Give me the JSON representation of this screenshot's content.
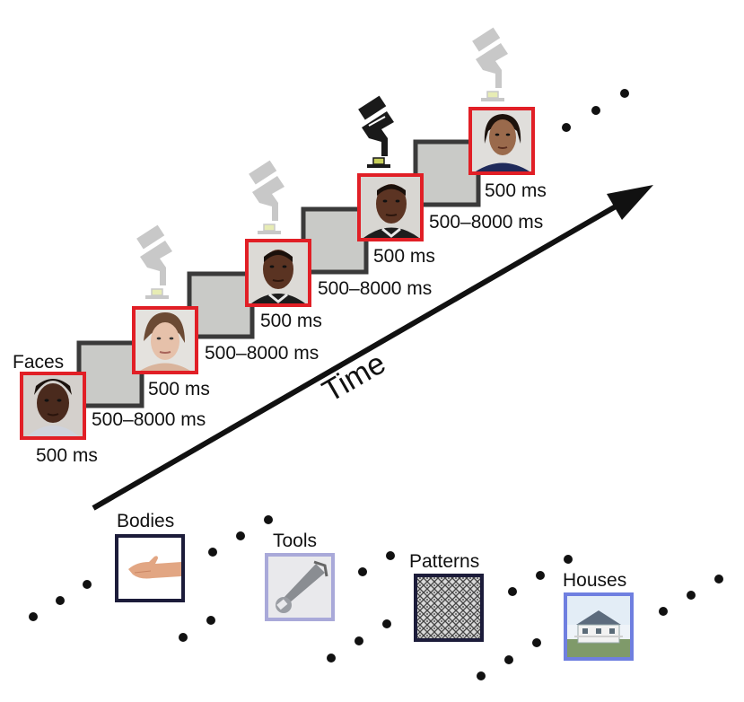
{
  "faces_label": "Faces",
  "time_label": "Time",
  "stim_duration": "500 ms",
  "isi_duration": "500–8000 ms",
  "categories": {
    "bodies": "Bodies",
    "tools": "Tools",
    "patterns": "Patterns",
    "houses": "Houses"
  },
  "colors": {
    "face_frame": "#e11f26",
    "blank_frame": "#3a3a3a",
    "blank_fill": "#c9cac7",
    "bodies_frame": "#1c1c3a",
    "tools_frame": "#a9a9d9",
    "patterns_frame": "#1c1c3a",
    "houses_frame": "#6f7fe0",
    "button_active": "#1a1a1a",
    "button_inactive": "#c8c8c8",
    "button_top_active": "#c8d05a",
    "button_top_inactive": "#e7ecb4"
  },
  "icons": [
    "face-photo",
    "hand-photo",
    "wrench-photo",
    "pattern-texture",
    "house-photo",
    "response-button-hand-icon"
  ]
}
